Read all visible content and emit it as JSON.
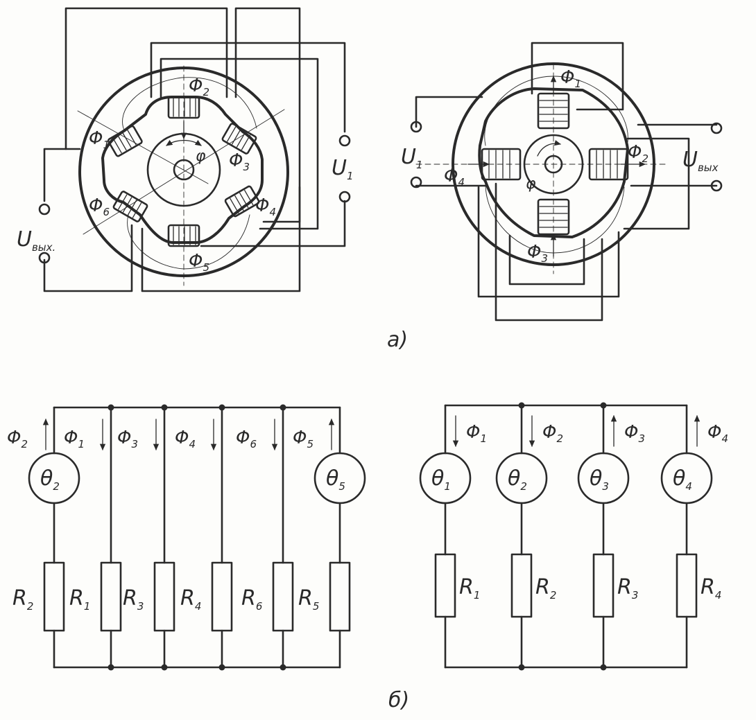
{
  "caption_a": "а)",
  "caption_b": "б)",
  "motor6": {
    "fluxes": [
      {
        "base": "Φ",
        "sub": "2"
      },
      {
        "base": "Φ",
        "sub": "1"
      },
      {
        "base": "Φ",
        "sub": "3"
      },
      {
        "base": "Φ",
        "sub": "4"
      },
      {
        "base": "Φ",
        "sub": "5"
      },
      {
        "base": "Φ",
        "sub": "6"
      }
    ],
    "angle": "φ",
    "u_in": {
      "base": "U",
      "sub": "1"
    },
    "u_out": {
      "base": "U",
      "sub": "вых."
    }
  },
  "motor4": {
    "fluxes": [
      {
        "base": "Φ",
        "sub": "1"
      },
      {
        "base": "Φ",
        "sub": "2"
      },
      {
        "base": "Φ",
        "sub": "3"
      },
      {
        "base": "Φ",
        "sub": "4"
      }
    ],
    "angle": "φ",
    "u_in": {
      "base": "U",
      "sub": "1"
    },
    "u_out": {
      "base": "U",
      "sub": "вых"
    }
  },
  "circuit6": {
    "branches": [
      {
        "flux": "Φ",
        "flux_sub": "2",
        "dir": "up",
        "source": "θ",
        "source_sub": "2",
        "res": "R",
        "res_sub": "2"
      },
      {
        "flux": "Φ",
        "flux_sub": "1",
        "dir": "down",
        "source": "",
        "source_sub": "",
        "res": "R",
        "res_sub": "1"
      },
      {
        "flux": "Φ",
        "flux_sub": "3",
        "dir": "down",
        "source": "",
        "source_sub": "",
        "res": "R",
        "res_sub": "3"
      },
      {
        "flux": "Φ",
        "flux_sub": "4",
        "dir": "down",
        "source": "",
        "source_sub": "",
        "res": "R",
        "res_sub": "4"
      },
      {
        "flux": "Φ",
        "flux_sub": "6",
        "dir": "down",
        "source": "",
        "source_sub": "",
        "res": "R",
        "res_sub": "6"
      },
      {
        "flux": "Φ",
        "flux_sub": "5",
        "dir": "up",
        "source": "θ",
        "source_sub": "5",
        "res": "R",
        "res_sub": "5"
      }
    ]
  },
  "circuit4": {
    "branches": [
      {
        "flux": "Φ",
        "flux_sub": "1",
        "dir": "down",
        "source": "θ",
        "source_sub": "1",
        "res": "R",
        "res_sub": "1"
      },
      {
        "flux": "Φ",
        "flux_sub": "2",
        "dir": "down",
        "source": "θ",
        "source_sub": "2",
        "res": "R",
        "res_sub": "2"
      },
      {
        "flux": "Φ",
        "flux_sub": "3",
        "dir": "up",
        "source": "θ",
        "source_sub": "3",
        "res": "R",
        "res_sub": "3"
      },
      {
        "flux": "Φ",
        "flux_sub": "4",
        "dir": "up",
        "source": "θ",
        "source_sub": "4",
        "res": "R",
        "res_sub": "4"
      }
    ]
  }
}
